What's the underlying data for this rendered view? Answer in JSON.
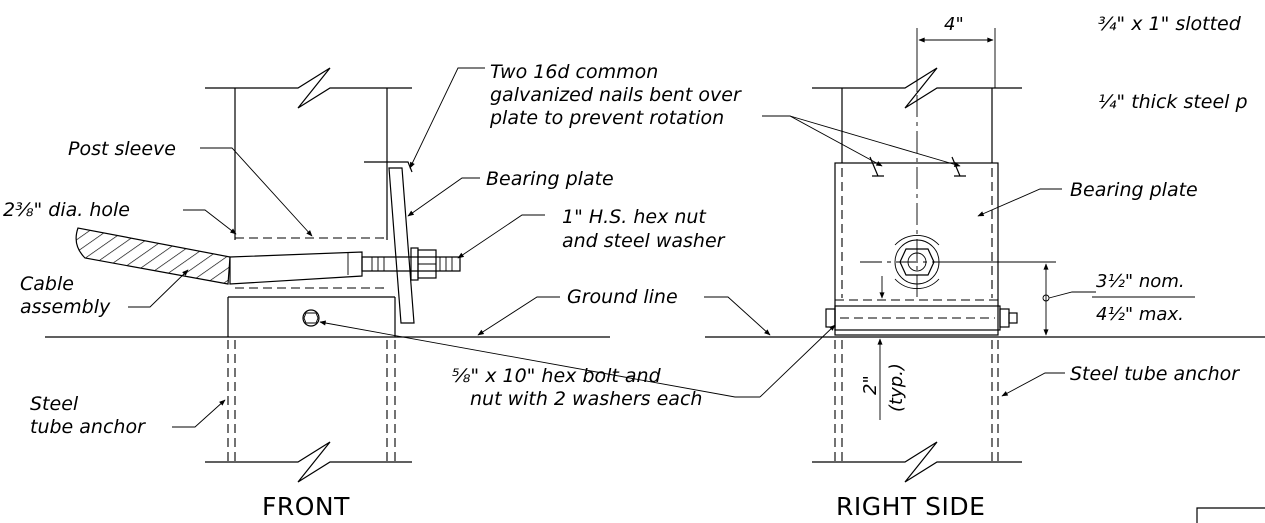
{
  "views": {
    "front_title": "FRONT",
    "side_title": "RIGHT SIDE"
  },
  "front_labels": {
    "nails_1": "Two 16d common",
    "nails_2": "galvanized nails bent over",
    "nails_3": "plate to prevent rotation",
    "post_sleeve": "Post sleeve",
    "bearing_plate": "Bearing plate",
    "hole_dia": "2⅜\" dia. hole",
    "hex_nut_1": "1\" H.S. hex nut",
    "hex_nut_2": "and steel washer",
    "cable_1": "Cable",
    "cable_2": "assembly",
    "ground_line": "Ground line",
    "bolt_1": "⅝\" x 10\" hex bolt and",
    "bolt_2": "nut with 2 washers each",
    "anchor_1": "Steel",
    "anchor_2": "tube anchor"
  },
  "side_labels": {
    "dim_width": "4\"",
    "slotted": "¾\" x 1\" slotted",
    "steel_plate": "¼\" thick steel p",
    "bearing_plate": "Bearing plate",
    "nom": "3½\" nom.",
    "max": "4½\" max.",
    "typ_2": "2\"",
    "typ": "(typ.)",
    "anchor": "Steel tube anchor"
  },
  "colors": {
    "ink": "#000000",
    "paper": "#ffffff"
  }
}
